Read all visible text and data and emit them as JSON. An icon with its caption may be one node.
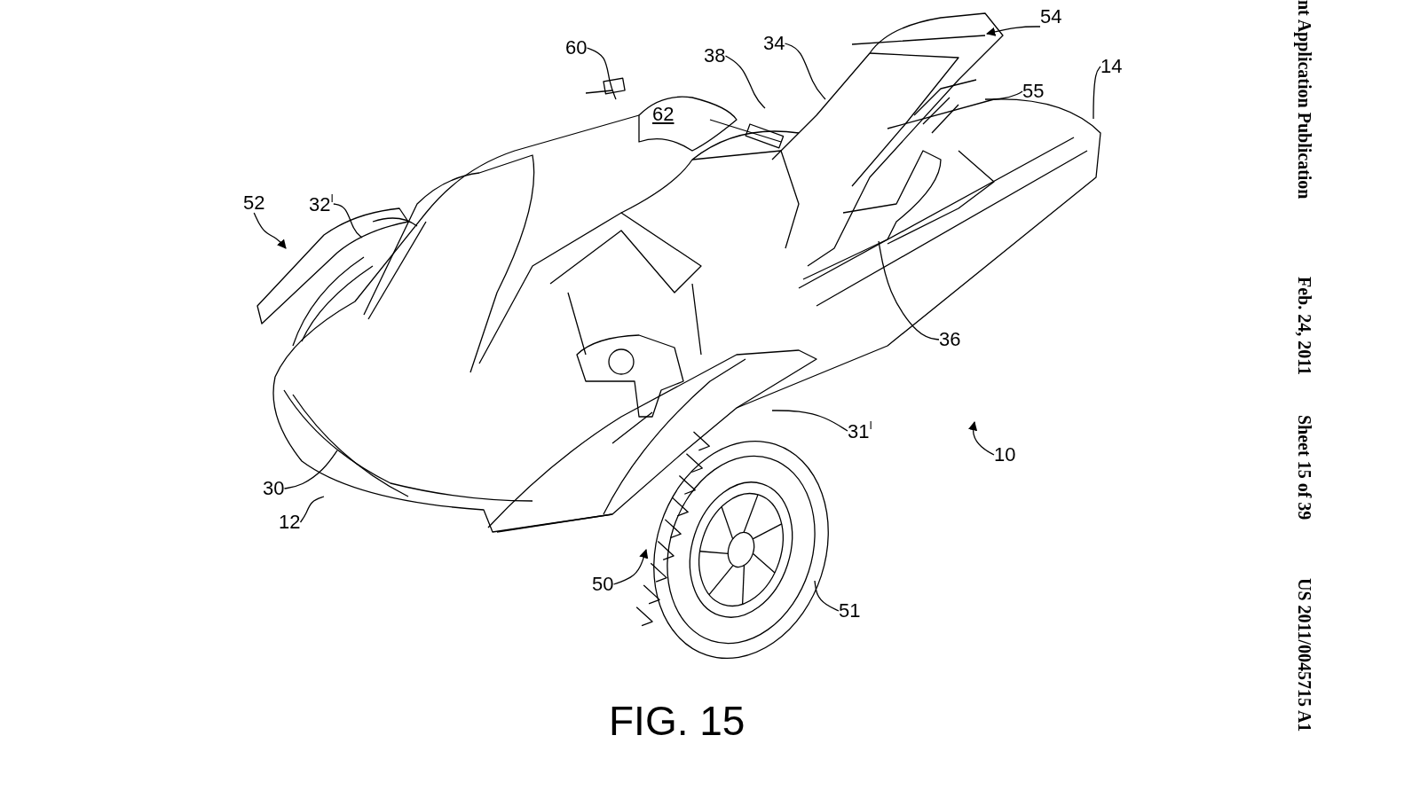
{
  "diagram": {
    "caption": "FIG. 15",
    "nodes": [
      {
        "text": [
          "60"
        ]
      },
      {
        "text": [
          "38"
        ]
      },
      {
        "text": [
          "34"
        ]
      },
      {
        "text": [
          "54"
        ]
      },
      {
        "text": [
          "55"
        ]
      },
      {
        "text": [
          "14"
        ]
      },
      {
        "text": [
          "52"
        ]
      },
      {
        "text": [
          "32$^{I}$"
        ]
      },
      {
        "text": [
          "36"
        ]
      },
      {
        "text": [
          "31$^{I}$"
        ]
      },
      {
        "text": [
          "10"
        ]
      },
      {
        "text": [
          "30"
        ]
      },
      {
        "text": [
          "12"
        ]
      },
      {
        "text": [
          "50"
        ]
      },
      {
        "text": [
          "51"
        ]
      }
    ],
    "edges": [
      {
        "from": 0,
        "to": null,
        "arrow": "none"
      },
      {
        "from": 1,
        "to": null,
        "arrow": "none"
      },
      {
        "from": 2,
        "to": null,
        "arrow": "none"
      },
      {
        "from": 3,
        "to": null,
        "arrow": "to"
      },
      {
        "from": 4,
        "to": null,
        "arrow": "none"
      },
      {
        "from": 5,
        "to": null,
        "arrow": "none"
      },
      {
        "from": 6,
        "to": null,
        "arrow": "to"
      },
      {
        "from": 7,
        "to": null,
        "arrow": "none"
      },
      {
        "from": 8,
        "to": null,
        "arrow": "none"
      },
      {
        "from": 9,
        "to": null,
        "arrow": "none"
      },
      {
        "from": 10,
        "to": null,
        "arrow": "to"
      },
      {
        "from": 11,
        "to": null,
        "arrow": "none"
      },
      {
        "from": 12,
        "to": null,
        "arrow": "none"
      },
      {
        "from": 13,
        "to": null,
        "arrow": "to"
      },
      {
        "from": 14,
        "to": null,
        "arrow": "none"
      }
    ],
    "labels": [
      "62",
      "nt Application Publication",
      "Feb. 24, 2011",
      "Sheet 15 of 39",
      "US 2011/0045715 A1"
    ]
  }
}
